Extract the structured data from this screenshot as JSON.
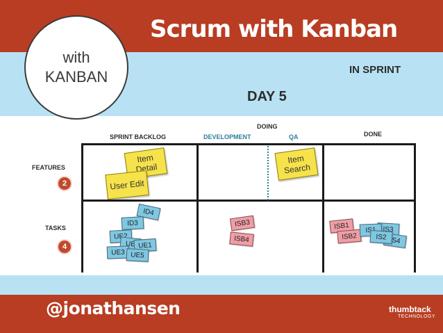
{
  "header": {
    "title": "Scrum with Kanban"
  },
  "circle": {
    "line1": "with",
    "line2": "KANBAN"
  },
  "sprint": {
    "status": "IN SPRINT",
    "day": "DAY 5"
  },
  "board": {
    "group_label": "DOING",
    "columns": [
      {
        "label": "SPRINT BACKLOG",
        "color": "#2c2c2c"
      },
      {
        "label": "DEVELOPMENT",
        "color": "#2e7d9a"
      },
      {
        "label": "QA",
        "color": "#2e7d9a"
      },
      {
        "label": "DONE",
        "color": "#2c2c2c"
      }
    ],
    "rows": [
      {
        "label": "FEATURES",
        "count": "2"
      },
      {
        "label": "TASKS",
        "count": "4"
      }
    ],
    "features": {
      "backlog": [
        "Item Detail",
        "User Edit"
      ],
      "qa": [
        "Item Search"
      ]
    },
    "tasks": {
      "backlog": [
        "ID4",
        "ID3",
        "UE2",
        "UE",
        "UE1",
        "UE3",
        "UE5"
      ],
      "development": [
        "ISB3",
        "ISB4"
      ],
      "done": [
        "ISB1",
        "ISB2",
        "IS1",
        "IS3",
        "IS2",
        "IS4"
      ]
    }
  },
  "colors": {
    "accent": "#b83d22",
    "band": "#b8e2f3",
    "sticky": "#f6e24a",
    "task_blue": "#7fc7e2",
    "task_pink": "#ef9ea5"
  },
  "footer": {
    "handle": "@jonathansen",
    "brand": "thumbtack",
    "brand_sub": "TECHNOLOGY"
  }
}
